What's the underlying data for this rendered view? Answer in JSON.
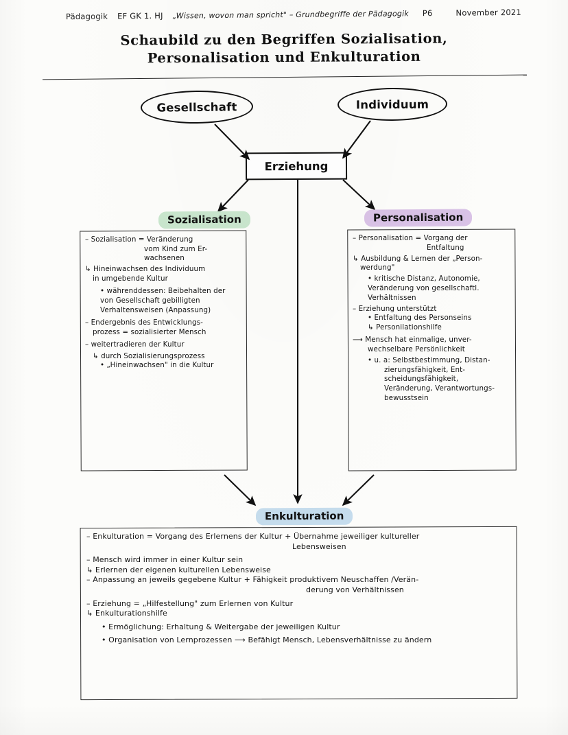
{
  "header": {
    "subject": "Pädagogik",
    "course": "EF  GK  1. HJ",
    "topic": "„Wissen, wovon man spricht\" – Grundbegriffe der Pädagogik",
    "page": "P6",
    "date": "November 2021"
  },
  "title": {
    "line1": "Schaubild zu den Begriffen Sozialisation,",
    "line2": "Personalisation und Enkulturation"
  },
  "nodes": {
    "gesellschaft": "Gesellschaft",
    "individuum": "Individuum",
    "erziehung": "Erziehung"
  },
  "sections": {
    "sozialisation": {
      "label": "Sozialisation",
      "highlight": "#c9e6cd",
      "lines": [
        "– Sozialisation = Veränderung",
        "vom Kind zum Er-",
        "wachsenen",
        "↳ Hineinwachsen des Individuum",
        "in umgebende Kultur",
        "• währenddessen: Beibehalten der",
        "von Gesellschaft gebilligten",
        "Verhaltensweisen (Anpassung)",
        "– Endergebnis des Entwicklungs-",
        "prozess = sozialisierter Mensch",
        "– weitertradieren der Kultur",
        "↳ durch Sozialisierungsprozess",
        "• „Hineinwachsen\" in die Kultur"
      ]
    },
    "personalisation": {
      "label": "Personalisation",
      "highlight": "#d9c2e6",
      "lines": [
        "– Personalisation = Vorgang der",
        "Entfaltung",
        "↳ Ausbildung & Lernen der „Person-",
        "werdung\"",
        "• kritische Distanz, Autonomie,",
        "Veränderung von gesellschaftl.",
        "Verhältnissen",
        "– Erziehung unterstützt",
        "• Entfaltung des Personseins",
        "↳ Personilationshilfe",
        "⟶ Mensch hat einmalige, unver-",
        "wechselbare Persönlichkeit",
        "• u. a: Selbstbestimmung, Distan-",
        "zierungsfähigkeit, Ent-",
        "scheidungsfähigkeit,",
        "Veränderung, Verantwortungs-",
        "bewusstsein"
      ]
    },
    "enkulturation": {
      "label": "Enkulturation",
      "highlight": "#c5dced",
      "lines": [
        "– Enkulturation = Vorgang des Erlernens der Kultur + Übernahme jeweiliger kultureller",
        "Lebensweisen",
        "– Mensch wird immer in einer Kultur sein",
        "↳ Erlernen der eigenen kulturellen Lebensweise",
        "– Anpassung an jeweils gegebene Kultur  +  Fähigkeit produktivem Neuschaffen /Verän-",
        "derung von Verhältnissen",
        "– Erziehung = „Hilfestellung\" zum Erlernen von Kultur",
        "↳ Enkulturationshilfe",
        "• Ermöglichung: Erhaltung & Weitergabe der jeweiligen Kultur",
        "• Organisation von Lernprozessen ⟶ Befähigt Mensch, Lebensverhältnisse zu ändern"
      ]
    }
  },
  "arrows": [
    {
      "from": "gesellschaft",
      "to": "erziehung"
    },
    {
      "from": "individuum",
      "to": "erziehung"
    },
    {
      "from": "erziehung",
      "to": "sozialisation"
    },
    {
      "from": "erziehung",
      "to": "enkulturation"
    },
    {
      "from": "erziehung",
      "to": "personalisation"
    },
    {
      "from": "sozialisation",
      "to": "enkulturation"
    },
    {
      "from": "personalisation",
      "to": "enkulturation"
    }
  ]
}
